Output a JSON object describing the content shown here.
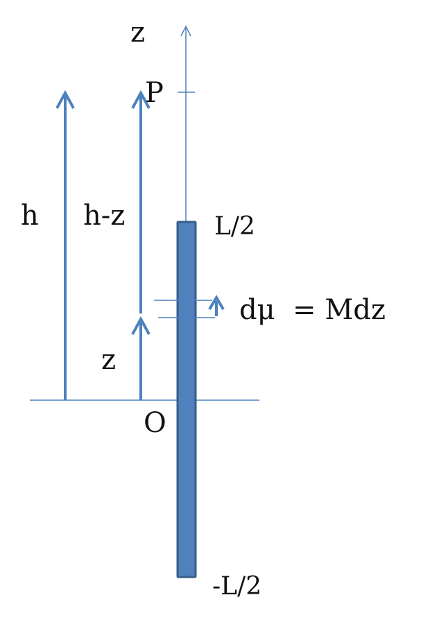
{
  "labels": {
    "z_axis": "z",
    "point_p": "P",
    "half_length_top": "L/2",
    "height_h": "h",
    "height_h_minus_z": "h-z",
    "element_moment": "dμ  = Mdz",
    "position_z": "z",
    "origin": "O",
    "half_length_bottom": "-L/2"
  },
  "colors": {
    "rod_fill": "#4f81bd",
    "rod_stroke": "#385d8a",
    "line": "#4f81bd",
    "text": "#111111"
  }
}
